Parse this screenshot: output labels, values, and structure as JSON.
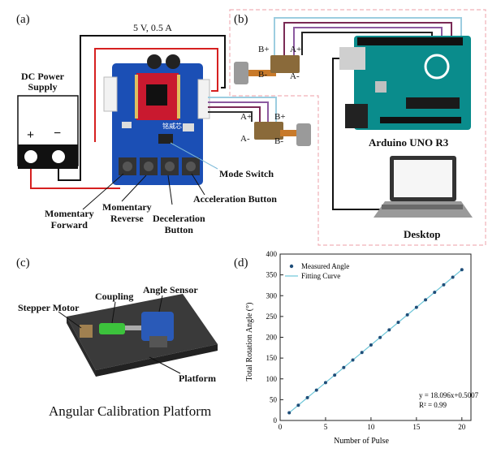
{
  "panels": {
    "a": "(a)",
    "b": "(b)",
    "c": "(c)",
    "d": "(d)"
  },
  "panel_a": {
    "power_rating": "5 V, 0.5 A",
    "dc_power_supply": "DC Power\nSupply",
    "plus": "+",
    "minus": "−",
    "board_chip_text": "铭威芯",
    "mode_switch": "Mode Switch",
    "acceleration_button": "Acceleration Button",
    "momentary_forward": "Momentary\nForward",
    "momentary_reverse": "Momentary\nReverse",
    "deceleration_button": "Deceleration\nButton"
  },
  "panel_b": {
    "motor1_pins": [
      "B+",
      "A+",
      "B-",
      "A-"
    ],
    "motor2_pins": [
      "A+",
      "B+",
      "A-",
      "B-"
    ],
    "arduino_label": "Arduino UNO R3",
    "desktop_label": "Desktop"
  },
  "panel_c": {
    "stepper_motor": "Stepper Motor",
    "coupling": "Coupling",
    "angle_sensor": "Angle Sensor",
    "platform": "Platform",
    "caption": "Angular Calibration Platform"
  },
  "chart_data": {
    "type": "scatter",
    "xlabel": "Number of Pulse",
    "ylabel": "Total Rotation Angle (°)",
    "xlim": [
      0,
      21
    ],
    "ylim": [
      0,
      400
    ],
    "xticks": [
      0,
      5,
      10,
      15,
      20
    ],
    "yticks": [
      0,
      50,
      100,
      150,
      200,
      250,
      300,
      350,
      400
    ],
    "legend_position": "top-left",
    "series": [
      {
        "name": "Measured Angle",
        "x": [
          1,
          2,
          3,
          4,
          5,
          6,
          7,
          8,
          9,
          10,
          11,
          12,
          13,
          14,
          15,
          16,
          17,
          18,
          19,
          20
        ],
        "y": [
          18.6,
          36.7,
          54.8,
          72.9,
          91.0,
          109.1,
          127.2,
          145.3,
          163.4,
          181.5,
          199.6,
          217.7,
          235.8,
          253.8,
          271.9,
          290.0,
          308.1,
          326.2,
          344.3,
          362.4
        ]
      },
      {
        "name": "Fitting Curve",
        "slope": 18.096,
        "intercept": 0.5007,
        "x_range": [
          1,
          20
        ]
      }
    ],
    "annotation_equation": "y = 18.096x+0.5007",
    "annotation_r2": "R² = 0.99",
    "colors": {
      "points": "#1f4e79",
      "fit": "#6ec6d8"
    }
  }
}
